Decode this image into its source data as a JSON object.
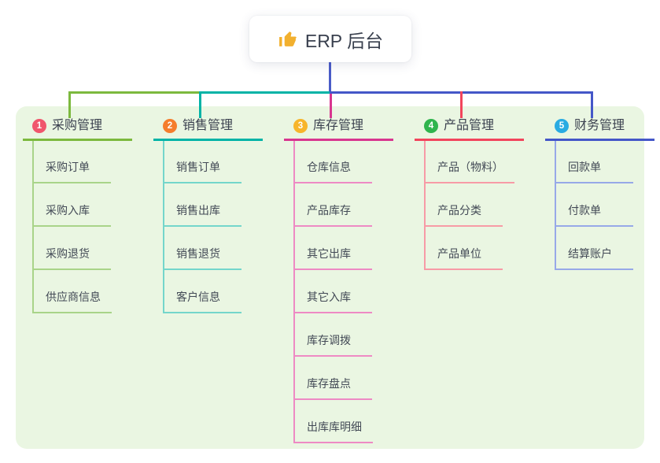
{
  "root": {
    "label": "ERP 后台",
    "icon": "thumbs-up",
    "icon_color": "#f2b02e",
    "text_color": "#39404e"
  },
  "panel": {
    "bg": "#eaf6e2"
  },
  "colors": {
    "branch_title_text": "#3c4250",
    "child_text": "#434a56",
    "root_stem": "#4a5cc8"
  },
  "branches": [
    {
      "num": "1",
      "label": "采购管理",
      "badge_color": "#f0566c",
      "line_color": "#7cb93e",
      "child_line_color": "#a9d489",
      "children": [
        "采购订单",
        "采购入库",
        "采购退货",
        "供应商信息"
      ]
    },
    {
      "num": "2",
      "label": "销售管理",
      "badge_color": "#f57d2d",
      "line_color": "#00b3a6",
      "child_line_color": "#74d6cb",
      "children": [
        "销售订单",
        "销售出库",
        "销售退货",
        "客户信息"
      ]
    },
    {
      "num": "3",
      "label": "库存管理",
      "badge_color": "#f7b52b",
      "line_color": "#d8368f",
      "child_line_color": "#ee8ac4",
      "children": [
        "仓库信息",
        "产品库存",
        "其它出库",
        "其它入库",
        "库存调拨",
        "库存盘点",
        "出库库明细"
      ]
    },
    {
      "num": "4",
      "label": "产品管理",
      "badge_color": "#30b44d",
      "line_color": "#f2455c",
      "child_line_color": "#f79ba6",
      "children": [
        "产品（物料）",
        "产品分类",
        "产品单位"
      ]
    },
    {
      "num": "5",
      "label": "财务管理",
      "badge_color": "#29abe2",
      "line_color": "#4457c8",
      "child_line_color": "#97a9e8",
      "children": [
        "回款单",
        "付款单",
        "结算账户"
      ]
    }
  ]
}
